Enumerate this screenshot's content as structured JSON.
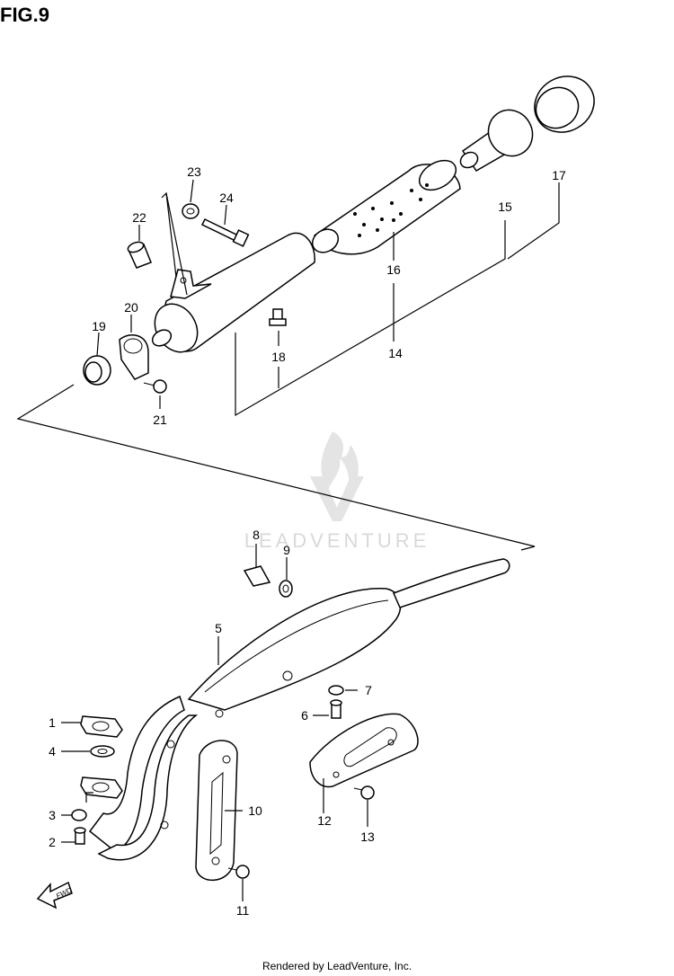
{
  "title": "FIG.9",
  "footer": "Rendered by LeadVenture, Inc.",
  "watermark": "LEADVENTURE",
  "direction_arrow": "FWD",
  "parts": [
    {
      "num": "1"
    },
    {
      "num": "2"
    },
    {
      "num": "3"
    },
    {
      "num": "4"
    },
    {
      "num": "5"
    },
    {
      "num": "6"
    },
    {
      "num": "7"
    },
    {
      "num": "8"
    },
    {
      "num": "9"
    },
    {
      "num": "10"
    },
    {
      "num": "11"
    },
    {
      "num": "12"
    },
    {
      "num": "13"
    },
    {
      "num": "14"
    },
    {
      "num": "15"
    },
    {
      "num": "16"
    },
    {
      "num": "17"
    },
    {
      "num": "18"
    },
    {
      "num": "19"
    },
    {
      "num": "20"
    },
    {
      "num": "21"
    },
    {
      "num": "22"
    },
    {
      "num": "23"
    },
    {
      "num": "24"
    }
  ]
}
